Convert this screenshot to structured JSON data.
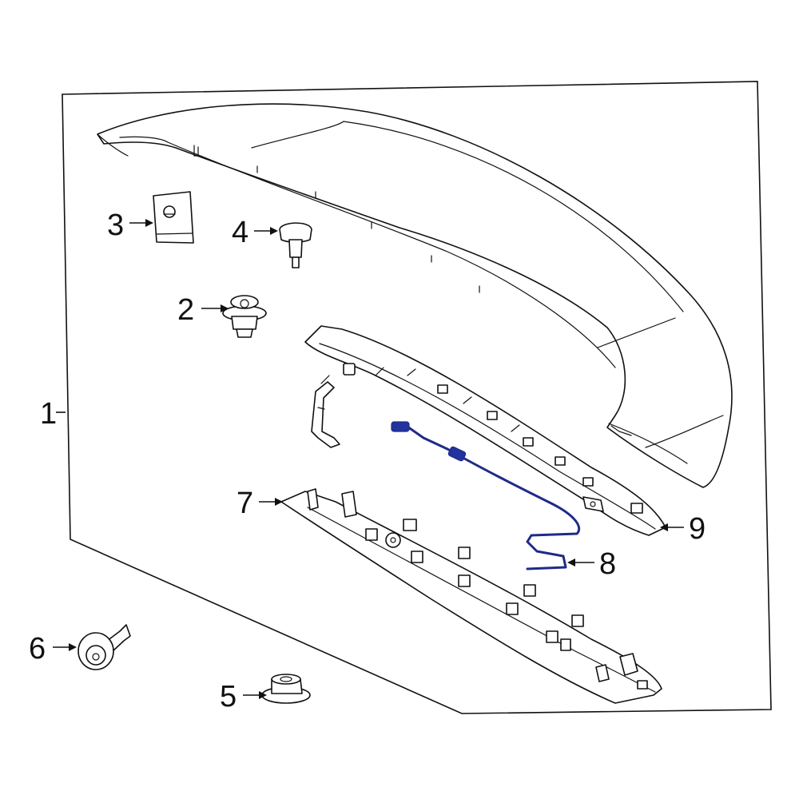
{
  "diagram": {
    "highlight_color": "#1f2a8a",
    "line_color": "#111111",
    "callouts": [
      {
        "id": "1",
        "label": "1"
      },
      {
        "id": "2",
        "label": "2"
      },
      {
        "id": "3",
        "label": "3"
      },
      {
        "id": "4",
        "label": "4"
      },
      {
        "id": "5",
        "label": "5"
      },
      {
        "id": "6",
        "label": "6"
      },
      {
        "id": "7",
        "label": "7"
      },
      {
        "id": "8",
        "label": "8"
      },
      {
        "id": "9",
        "label": "9"
      }
    ]
  }
}
